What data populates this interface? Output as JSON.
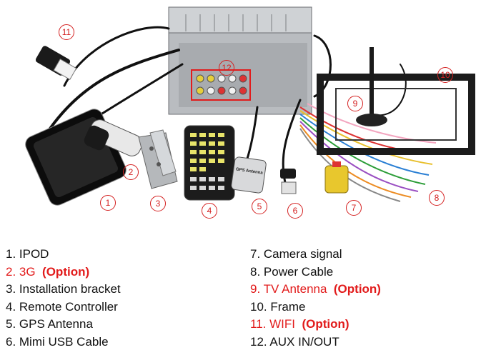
{
  "markers": [
    "1",
    "2",
    "3",
    "4",
    "5",
    "6",
    "7",
    "8",
    "9",
    "10",
    "11",
    "12"
  ],
  "gps_label": "GPS Antenna",
  "left_items": [
    {
      "text": "1. IPOD",
      "option": "",
      "color": "#111111"
    },
    {
      "text": "2. 3G",
      "option": "(Option)",
      "color": "#e21b1b"
    },
    {
      "text": "3. Installation bracket",
      "option": "",
      "color": "#111111"
    },
    {
      "text": "4. Remote Controller",
      "option": "",
      "color": "#111111"
    },
    {
      "text": "5. GPS Antenna",
      "option": "",
      "color": "#111111"
    },
    {
      "text": "6. Mimi USB Cable",
      "option": "",
      "color": "#111111"
    }
  ],
  "right_items": [
    {
      "text": "7. Camera signal",
      "option": "",
      "color": "#111111"
    },
    {
      "text": "8. Power Cable",
      "option": "",
      "color": "#111111"
    },
    {
      "text": "9. TV Antenna",
      "option": "(Option)",
      "color": "#e21b1b"
    },
    {
      "text": "10. Frame",
      "option": "",
      "color": "#111111"
    },
    {
      "text": "11. WIFI",
      "option": "(Option)",
      "color": "#e21b1b"
    },
    {
      "text": "12. AUX IN/OUT",
      "option": "",
      "color": "#111111"
    }
  ]
}
